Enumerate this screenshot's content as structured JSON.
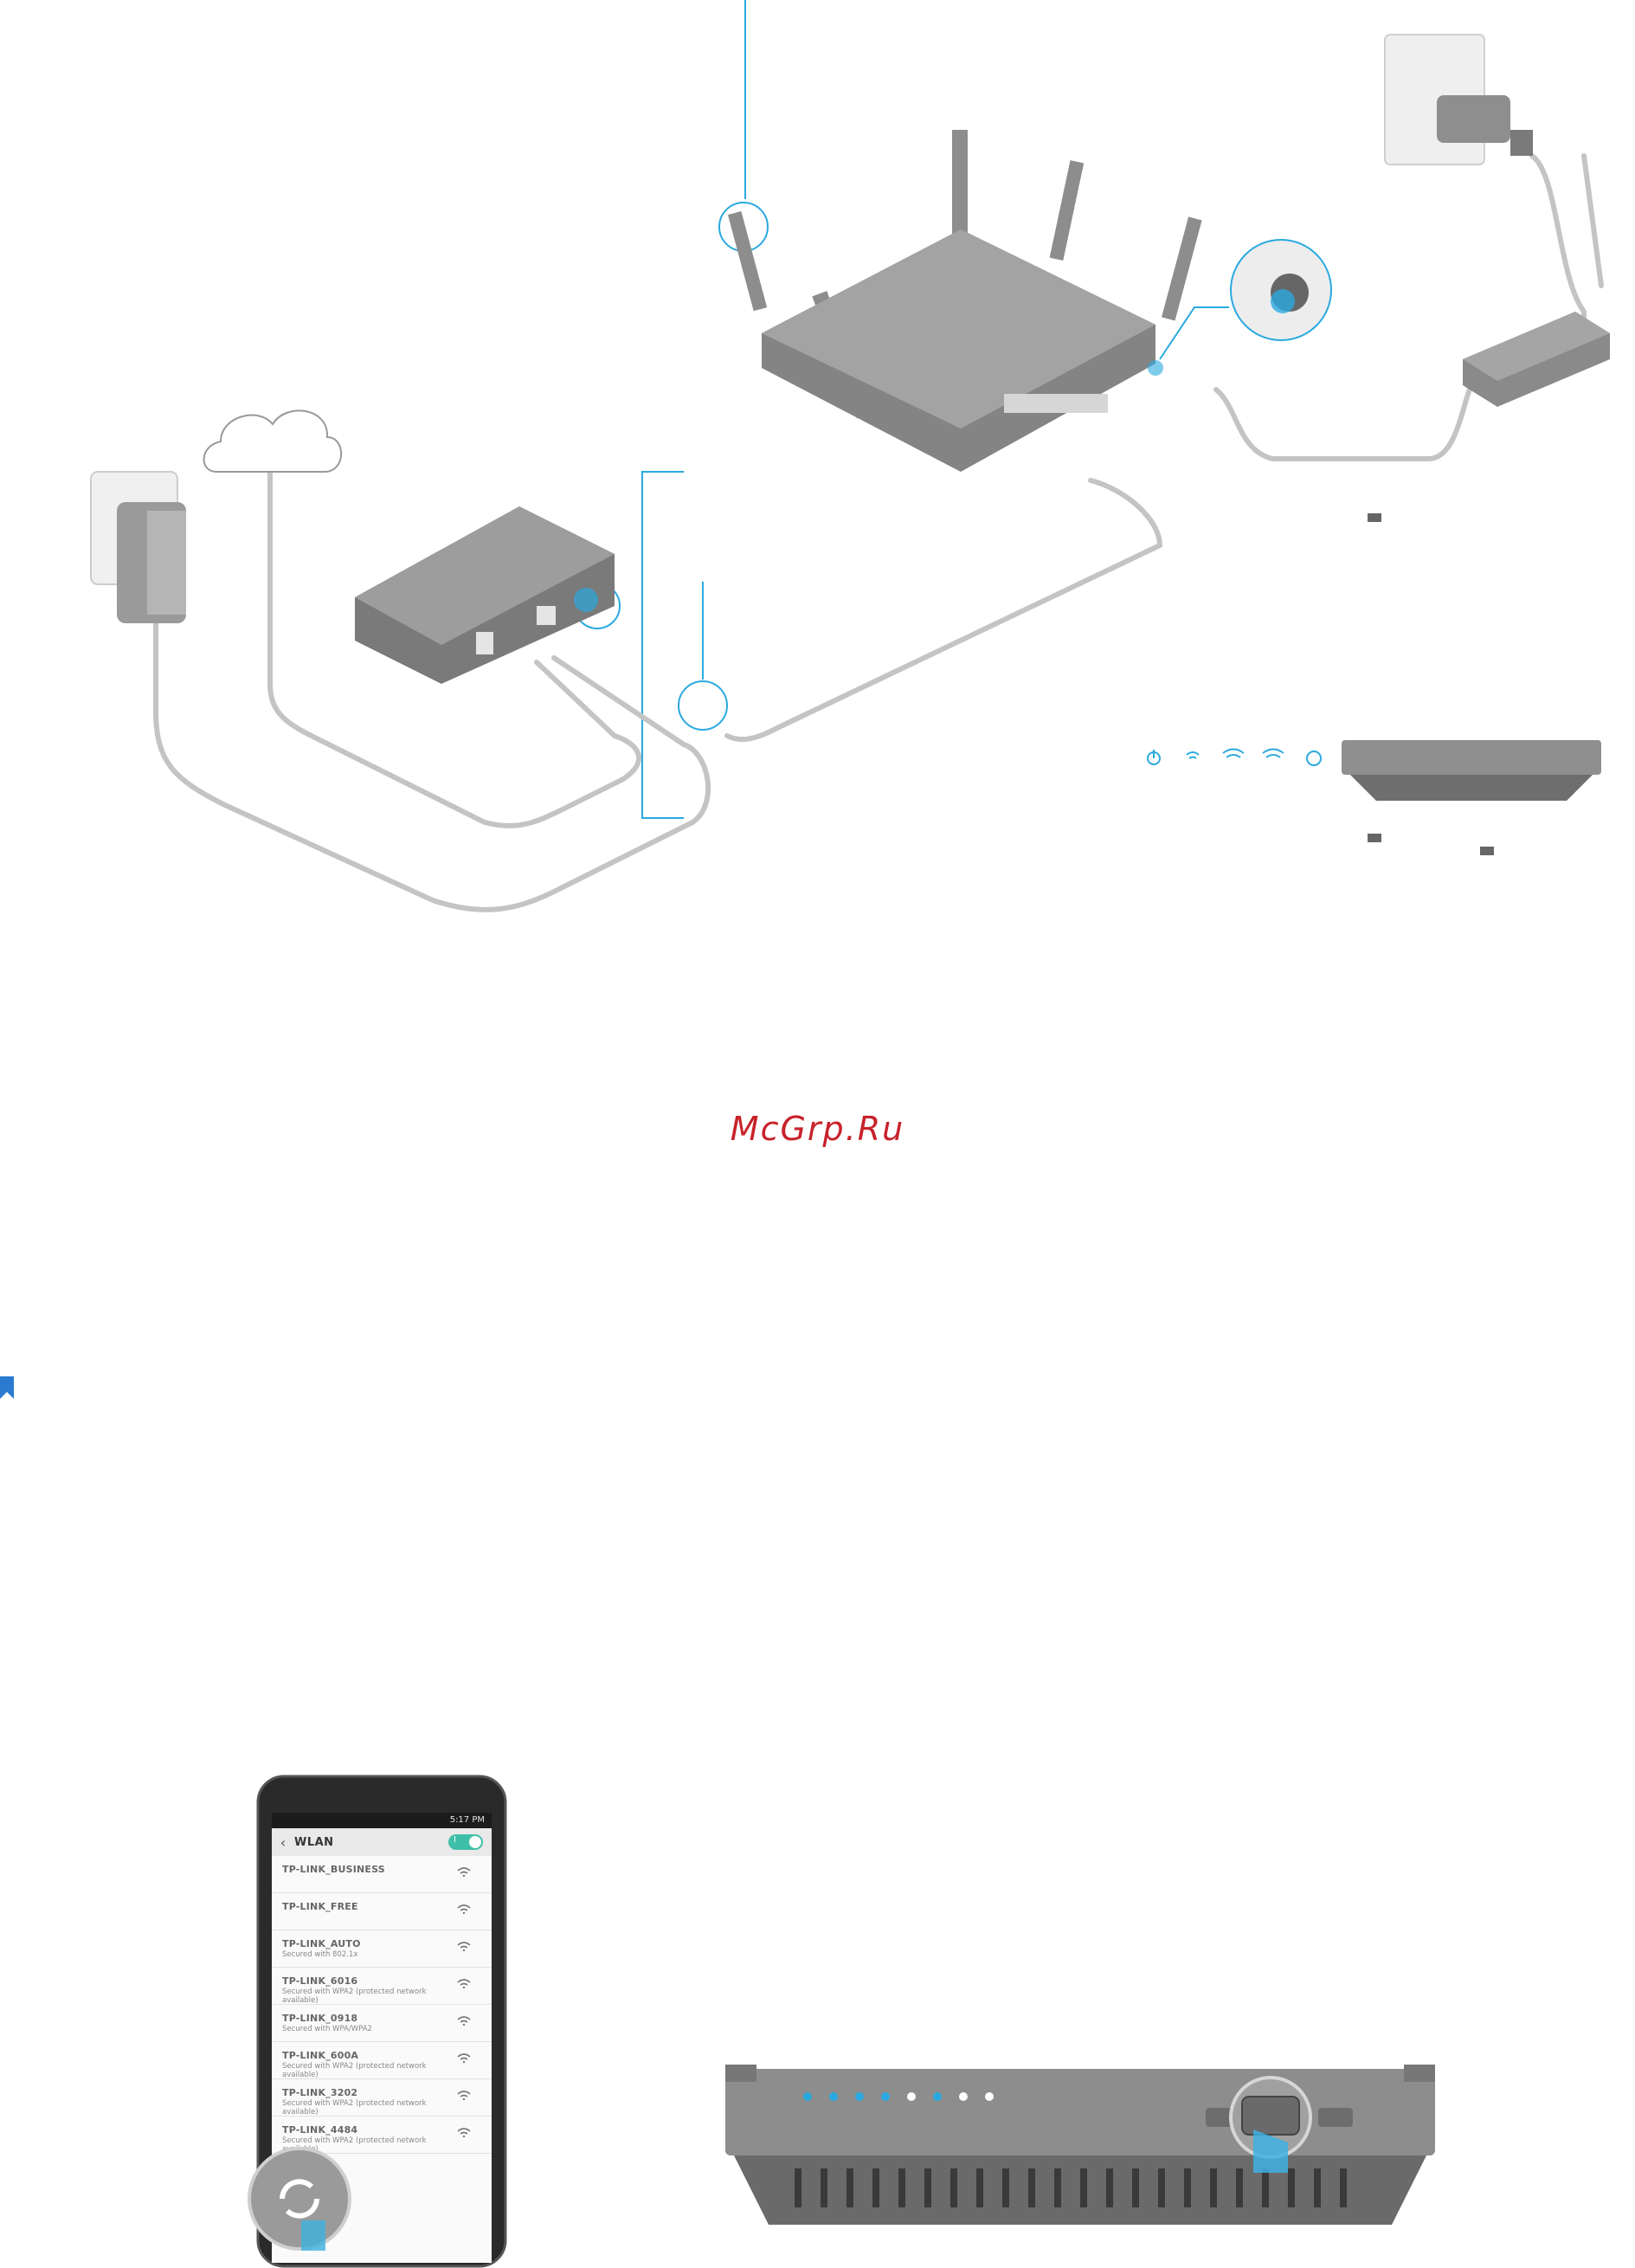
{
  "watermark": "McGrp.Ru",
  "phone": {
    "status_time": "5:17 PM",
    "header_title": "WLAN",
    "toggle_label": "I",
    "networks": [
      {
        "name": "TP-LINK_BUSINESS",
        "sub": ""
      },
      {
        "name": "TP-LINK_FREE",
        "sub": ""
      },
      {
        "name": "TP-LINK_AUTO",
        "sub": "Secured with 802.1x"
      },
      {
        "name": "TP-LINK_6016",
        "sub": "Secured with WPA2 (protected network available)"
      },
      {
        "name": "TP-LINK_0918",
        "sub": "Secured with WPA/WPA2"
      },
      {
        "name": "TP-LINK_600A",
        "sub": "Secured with WPA2 (protected network available)"
      },
      {
        "name": "TP-LINK_3202",
        "sub": "Secured with WPA2 (protected network available)"
      },
      {
        "name": "TP-LINK_4484",
        "sub": "Secured with WPA2 (protected network available)"
      }
    ]
  },
  "colors": {
    "accent": "#2aa9e0",
    "device": "#8a8a8a",
    "cable": "#bdbdbd",
    "watermark": "#c8222a"
  },
  "icons": [
    "power-icon",
    "wifi-24-icon",
    "wifi-5g1-icon",
    "wifi-5g2-icon",
    "wps-icon",
    "internet-icon",
    "usb-icon"
  ]
}
